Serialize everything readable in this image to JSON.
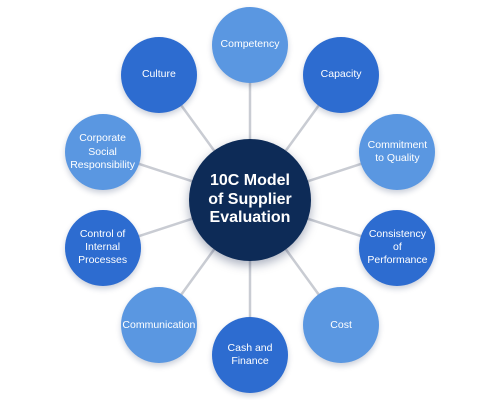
{
  "center": {
    "label": "10C Model of Supplier Evaluation",
    "color": "#0d2b57"
  },
  "spokes_color": "#c9ccd3",
  "nodes": [
    {
      "label": "Competency",
      "color": "#5a97e1"
    },
    {
      "label": "Capacity",
      "color": "#2d6cd0"
    },
    {
      "label": "Commitment to Quality",
      "color": "#5a97e1"
    },
    {
      "label": "Consistency of Performance",
      "color": "#2d6cd0"
    },
    {
      "label": "Cost",
      "color": "#5a97e1"
    },
    {
      "label": "Cash and Finance",
      "color": "#2d6cd0"
    },
    {
      "label": "Communication",
      "color": "#5a97e1"
    },
    {
      "label": "Control of Internal Processes",
      "color": "#2d6cd0"
    },
    {
      "label": "Corporate Social Responsibility",
      "color": "#5a97e1"
    },
    {
      "label": "Culture",
      "color": "#2d6cd0"
    }
  ]
}
